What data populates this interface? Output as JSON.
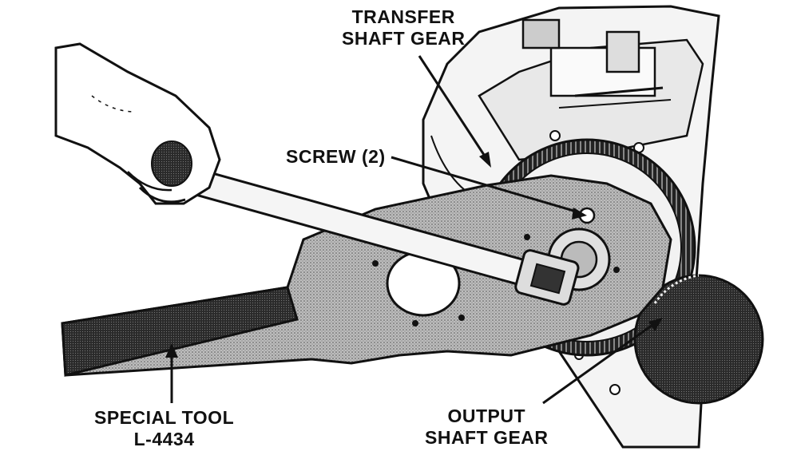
{
  "figure": {
    "labels": {
      "transfer_gear": {
        "line1": "TRANSFER",
        "line2": "SHAFT GEAR"
      },
      "screw": {
        "text": "SCREW (2)"
      },
      "special_tool": {
        "line1": "SPECIAL TOOL",
        "line2": "L-4434"
      },
      "output_gear": {
        "line1": "OUTPUT",
        "line2": "SHAFT GEAR"
      }
    },
    "colors": {
      "ink": "#111111",
      "paper": "#ffffff",
      "tool_tint": "#9a9a9a"
    }
  }
}
